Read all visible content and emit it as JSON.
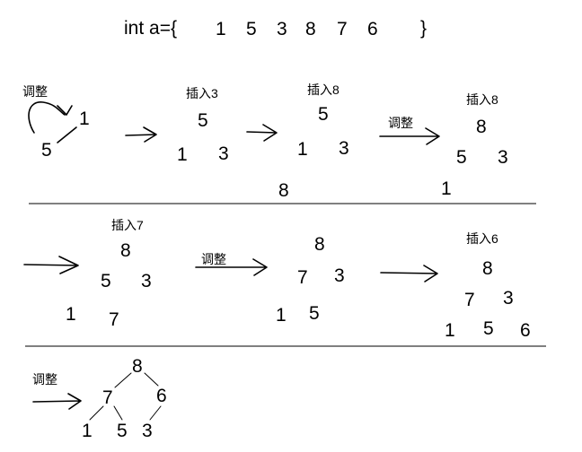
{
  "title": {
    "prefix": "int a={",
    "values": [
      "1",
      "5",
      "3",
      "8",
      "7",
      "6"
    ],
    "suffix": "}"
  },
  "labels": {
    "adjust": "调整",
    "insert_3": "插入3",
    "insert_8": "插入8",
    "insert_7": "插入7",
    "insert_6": "插入6"
  },
  "steps": [
    {
      "id": "s1",
      "nodes": [
        "1",
        "5"
      ]
    },
    {
      "id": "s2",
      "nodes": [
        "5",
        "1",
        "3"
      ]
    },
    {
      "id": "s3",
      "nodes": [
        "5",
        "1",
        "3",
        "8"
      ]
    },
    {
      "id": "s4",
      "nodes": [
        "8",
        "5",
        "3",
        "1"
      ]
    },
    {
      "id": "s5",
      "nodes": [
        "8",
        "5",
        "3",
        "1",
        "7"
      ]
    },
    {
      "id": "s6",
      "nodes": [
        "8",
        "7",
        "3",
        "1",
        "5"
      ]
    },
    {
      "id": "s7",
      "nodes": [
        "8",
        "7",
        "3",
        "1",
        "5",
        "6"
      ]
    },
    {
      "id": "s8",
      "nodes": [
        "8",
        "7",
        "6",
        "1",
        "5",
        "3"
      ]
    }
  ]
}
